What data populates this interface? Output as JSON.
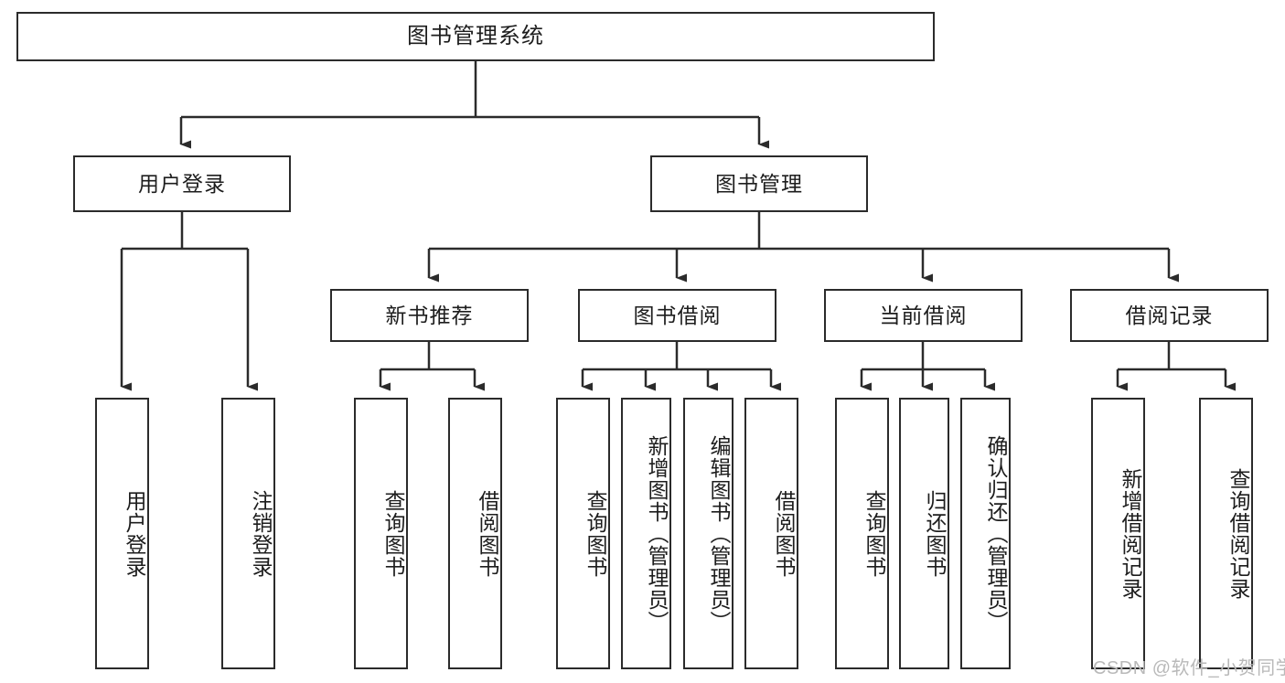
{
  "diagram": {
    "title": "图书管理系统",
    "type": "tree-hierarchy-chart",
    "watermark": "CSDN @软件_小贺同学",
    "colors": {
      "box_border": "#2b2b2b",
      "box_fill": "#ffffff",
      "edge": "#2b2b2b",
      "text": "#1d1d1d",
      "watermark": "#b9b9b9",
      "background": "#ffffff"
    },
    "levels": {
      "root": {
        "label": "图书管理系统",
        "orientation": "horizontal"
      },
      "level2": [
        {
          "label": "用户登录",
          "orientation": "horizontal"
        },
        {
          "label": "图书管理",
          "orientation": "horizontal"
        }
      ],
      "level3": [
        {
          "label": "新书推荐",
          "orientation": "horizontal"
        },
        {
          "label": "图书借阅",
          "orientation": "horizontal"
        },
        {
          "label": "当前借阅",
          "orientation": "horizontal"
        },
        {
          "label": "借阅记录",
          "orientation": "horizontal"
        }
      ],
      "leaves": [
        {
          "label": "用户登录",
          "orientation": "vertical",
          "parent": "用户登录"
        },
        {
          "label": "注销登录",
          "orientation": "vertical",
          "parent": "用户登录"
        },
        {
          "label": "查询图书",
          "orientation": "vertical",
          "parent": "新书推荐"
        },
        {
          "label": "借阅图书",
          "orientation": "vertical",
          "parent": "新书推荐"
        },
        {
          "label": "查询图书",
          "orientation": "vertical",
          "parent": "图书借阅"
        },
        {
          "label": "新增图书（管理员）",
          "orientation": "vertical",
          "parent": "图书借阅"
        },
        {
          "label": "编辑图书（管理员）",
          "orientation": "vertical",
          "parent": "图书借阅"
        },
        {
          "label": "借阅图书",
          "orientation": "vertical",
          "parent": "图书借阅"
        },
        {
          "label": "查询图书",
          "orientation": "vertical",
          "parent": "当前借阅"
        },
        {
          "label": "归还图书",
          "orientation": "vertical",
          "parent": "当前借阅"
        },
        {
          "label": "确认归还（管理员）",
          "orientation": "vertical",
          "parent": "当前借阅"
        },
        {
          "label": "新增借阅记录",
          "orientation": "vertical",
          "parent": "借阅记录"
        },
        {
          "label": "查询借阅记录",
          "orientation": "vertical",
          "parent": "借阅记录"
        }
      ]
    }
  }
}
